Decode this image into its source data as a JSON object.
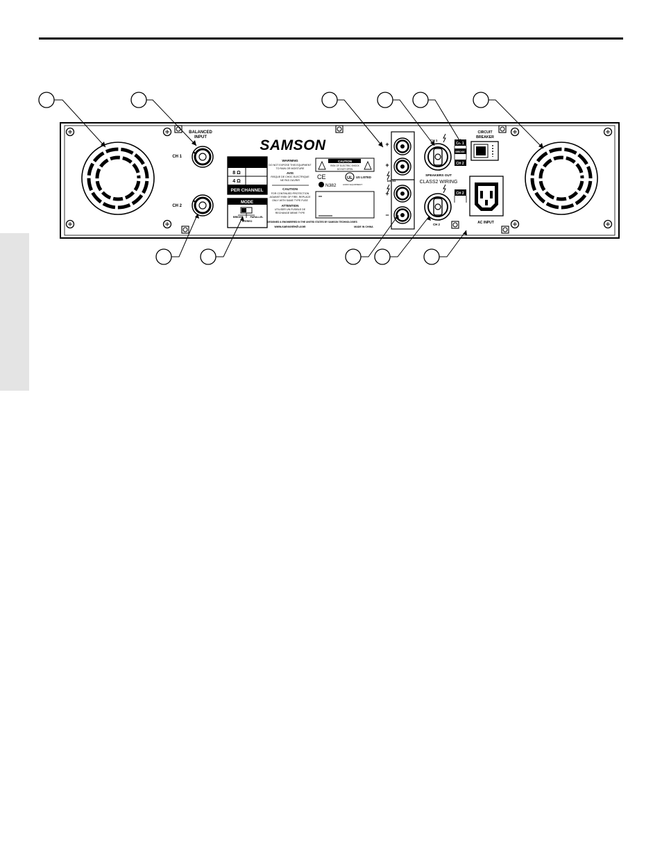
{
  "panel": {
    "brand": "SAMSON",
    "balanced_input_line1": "BALANCED",
    "balanced_input_line2": "INPUT",
    "ch1": "CH 1",
    "ch2": "CH 2",
    "impedance_8": "8 Ω",
    "impedance_4": "4 Ω",
    "per_channel": "PER CHANNEL",
    "mode": "MODE",
    "mode_bridge": "BRIDGE",
    "mode_parallel": "PARALLEL",
    "mode_stereo": "STEREO",
    "warning_title": "WARNING",
    "warning_l1": "DO NOT EXPOSE THIS EQUIPMENT",
    "warning_l2": "TO RAIN OR MOISTURE",
    "avis_title": "AVIS",
    "avis_l1": "RISQUE DE CHOC ELECTRIQUE",
    "avis_l2": "NE PAS OUVRIR",
    "caution_title": "CAUTION",
    "caution_l1": "FOR CONTINUED PROTECTION",
    "caution_l2": "AGAINST RISK OF FIRE, REPLACE",
    "caution_l3": "ONLY WITH SAME TYPE FUSE",
    "attention_title": "ATTENTION",
    "attention_l1": "UTILISER UN FUSIBLE DE",
    "attention_l2": "RECHANGE MEME TYPE",
    "caution_box_title": "CAUTION",
    "caution_box_l1": "RISK OF ELECTRIC SHOCK",
    "caution_box_l2": "DO NOT OPEN",
    "ce_mark": "CE",
    "n_code": "N382",
    "ul_listed": "US LISTED",
    "ul_sub": "AUDIO EQUIPMENT",
    "designed": "DESIGNED & ENGINEERED IN THE UNITED STATES BY SAMSON TECHNOLOGIES",
    "website": "www.samsontech.com",
    "made_in": "MADE IN CHINA",
    "speakers_out": "SPEAKERS OUT",
    "class2": "CLASS2 WIRING",
    "bridge_tag": "BRIDGE",
    "circuit_breaker_l1": "CIRCUIT",
    "circuit_breaker_l2": "BREAKER",
    "ac_input": "AC INPUT",
    "plus": "+",
    "minus": "−",
    "min_ohm": "MIN 4Ω"
  }
}
